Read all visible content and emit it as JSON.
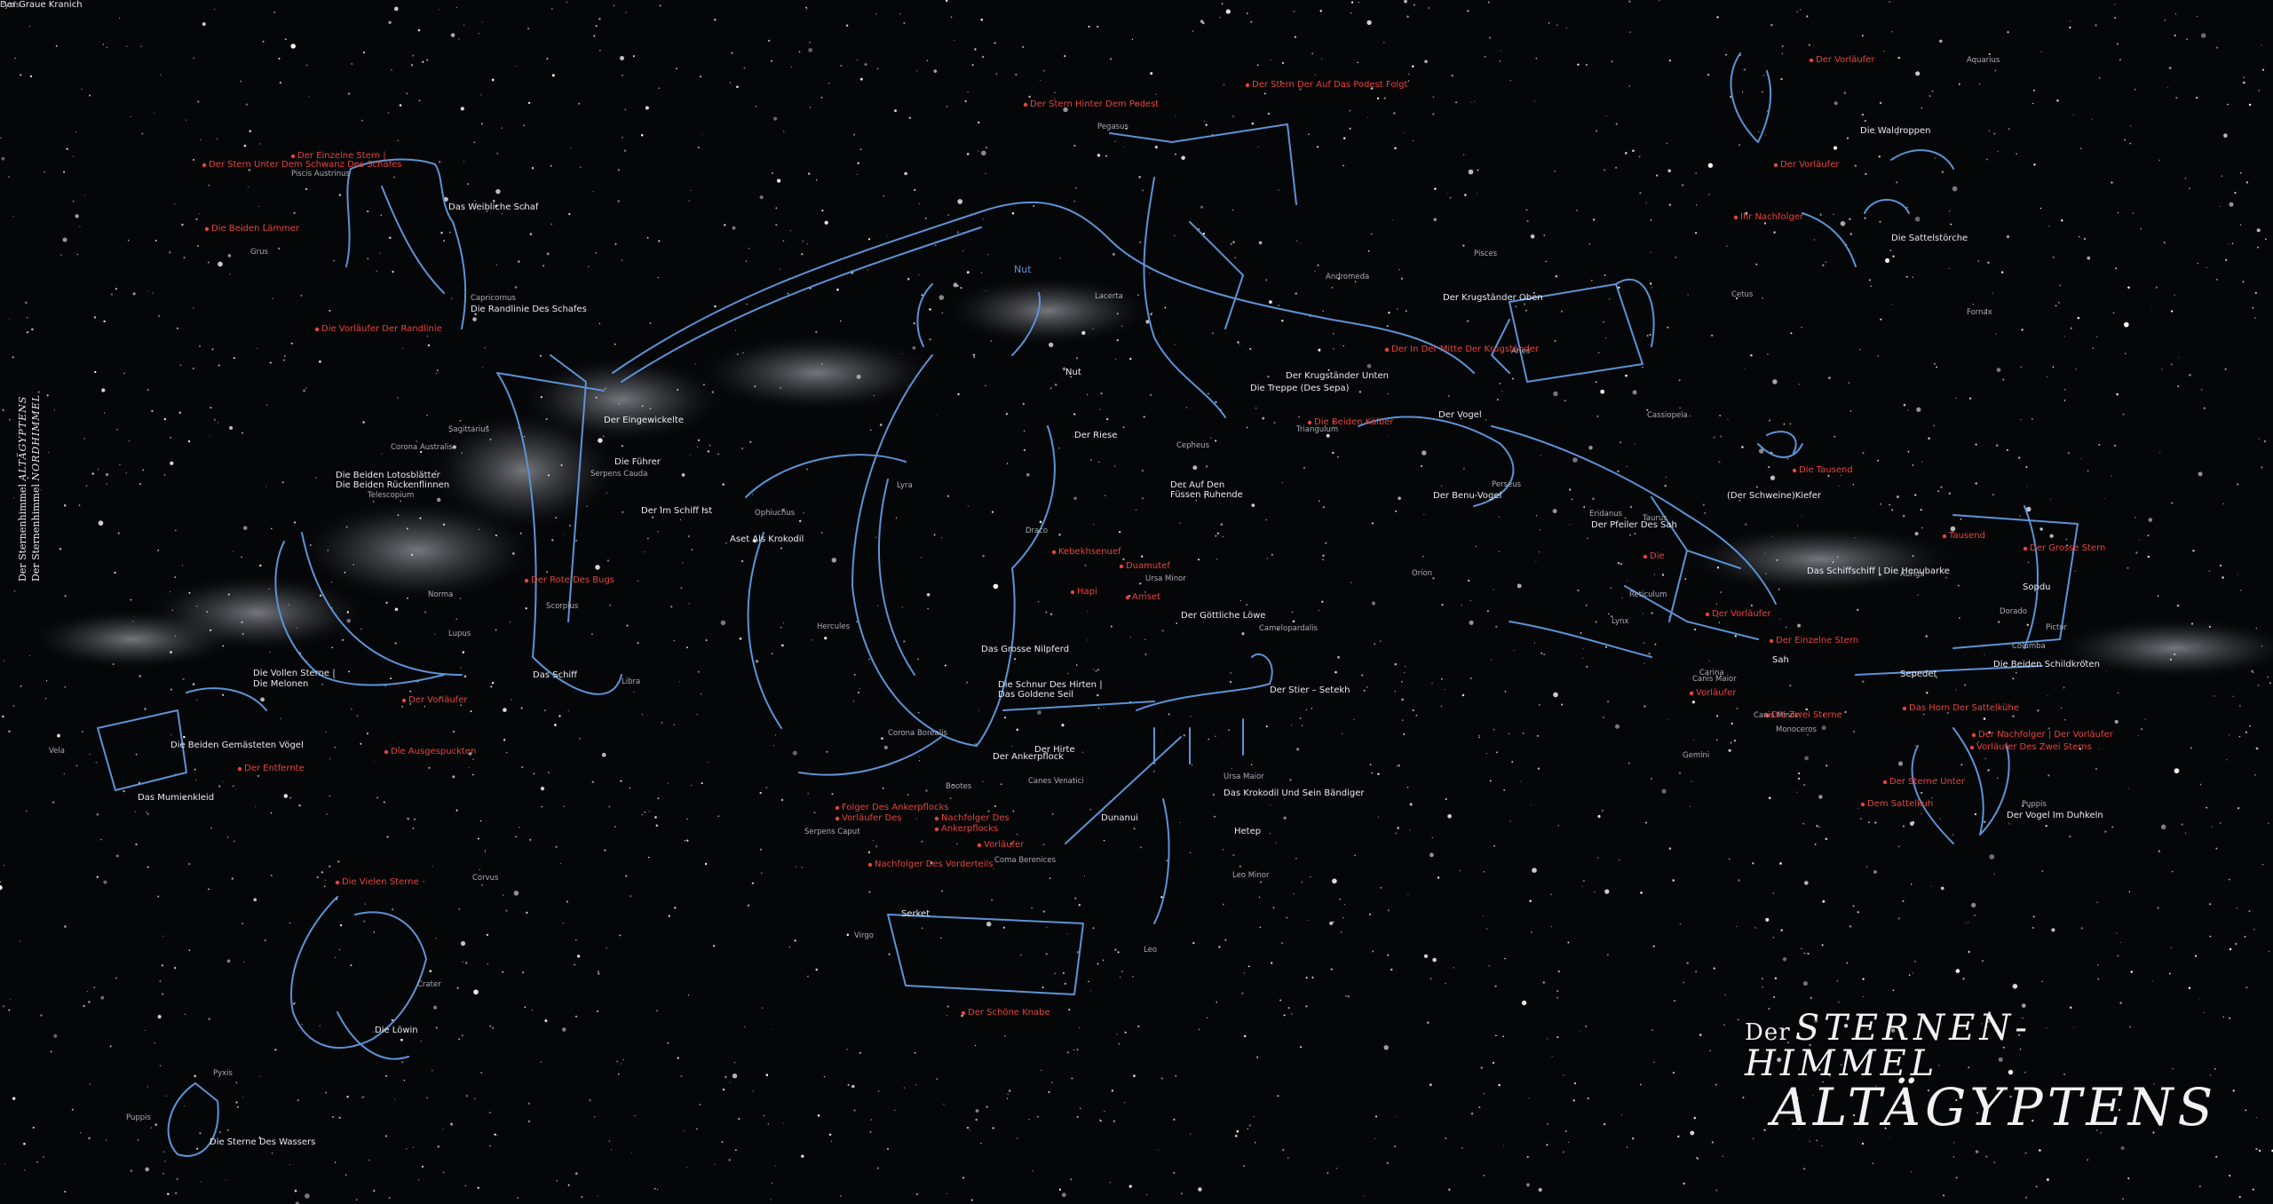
{
  "title": {
    "small": "Der",
    "line1": "STERNEN-",
    "line2": "HIMMEL",
    "line3": "ALTÄGYPTENS"
  },
  "side_title": {
    "line1_prefix": "Der Sternenhimmel",
    "line1_italic": "ALTÄGYPTENS",
    "line2_prefix": "Der Sternenhimmel",
    "line2_italic": "NORDHIMMEL"
  },
  "colors": {
    "background": "#050608",
    "figure_lines": "#5c93d6",
    "egyptian_red": "#e8433b",
    "label_white": "#e8ecf2",
    "western_grey": "#a8aeb6"
  },
  "labels": [
    {
      "text": "Der Einzelne Stern |",
      "color": "red"
    },
    {
      "text": "Der Stern Unter Dem Schwanz Des Schafes",
      "color": "red"
    },
    {
      "text": "Piscis Austrinus",
      "color": "grey"
    },
    {
      "text": "Das Weibliche Schaf",
      "color": "white"
    },
    {
      "text": "Die Beiden Lämmer",
      "color": "red"
    },
    {
      "text": "Grus",
      "color": "grey"
    },
    {
      "text": "Capricornus",
      "color": "grey"
    },
    {
      "text": "Die Randlinie Des Schafes",
      "color": "white"
    },
    {
      "text": "Die Vorläufer Der Randlinie",
      "color": "red"
    },
    {
      "text": "Der Eingewickelte",
      "color": "white"
    },
    {
      "text": "Corona Australis",
      "color": "grey"
    },
    {
      "text": "Sagittarius",
      "color": "grey"
    },
    {
      "text": "Die Beiden Lotosblätter",
      "color": "white"
    },
    {
      "text": "Die Beiden Rückenflinnen",
      "color": "white"
    },
    {
      "text": "Telescopium",
      "color": "grey"
    },
    {
      "text": "Die Führer",
      "color": "white"
    },
    {
      "text": "Serpens Cauda",
      "color": "grey"
    },
    {
      "text": "Der Im Schiff Ist",
      "color": "white"
    },
    {
      "text": "Ophiuchus",
      "color": "grey"
    },
    {
      "text": "Aset Als Krokodil",
      "color": "white"
    },
    {
      "text": "Der Rote Des Bugs",
      "color": "red"
    },
    {
      "text": "Norma",
      "color": "grey"
    },
    {
      "text": "Scorpius",
      "color": "grey"
    },
    {
      "text": "Lupus",
      "color": "grey"
    },
    {
      "text": "Das Schiff",
      "color": "white"
    },
    {
      "text": "Libra",
      "color": "grey"
    },
    {
      "text": "Die Vollen Sterne |",
      "color": "white"
    },
    {
      "text": "Die Melonen",
      "color": "white"
    },
    {
      "text": "Der Vorläufer",
      "color": "red"
    },
    {
      "text": "Vela",
      "color": "grey"
    },
    {
      "text": "Die Beiden Gemästeten Vögel",
      "color": "white"
    },
    {
      "text": "Die Ausgespuckten",
      "color": "red"
    },
    {
      "text": "Der Entfernte",
      "color": "red"
    },
    {
      "text": "Das Mumienkleid",
      "color": "white"
    },
    {
      "text": "Die Vielen Sterne",
      "color": "red"
    },
    {
      "text": "Corvus",
      "color": "grey"
    },
    {
      "text": "Crater",
      "color": "grey"
    },
    {
      "text": "Die Löwin",
      "color": "white"
    },
    {
      "text": "Pyxis",
      "color": "grey"
    },
    {
      "text": "Puppis",
      "color": "grey"
    },
    {
      "text": "Die Sterne Des Wassers",
      "color": "white"
    },
    {
      "text": "Der Stern Hinter Dem Podest",
      "color": "red"
    },
    {
      "text": "Pegasus",
      "color": "grey"
    },
    {
      "text": "Der Stern Der Auf Das Podest Folgt",
      "color": "red"
    },
    {
      "text": "Nut",
      "color": "blue"
    },
    {
      "text": "Nut",
      "color": "white"
    },
    {
      "text": "Lacerta",
      "color": "grey"
    },
    {
      "text": "Andromeda",
      "color": "grey"
    },
    {
      "text": "Der Riese",
      "color": "white"
    },
    {
      "text": "Cepheus",
      "color": "grey"
    },
    {
      "text": "Der Auf Den",
      "color": "white"
    },
    {
      "text": "Füssen Ruhende",
      "color": "white"
    },
    {
      "text": "Lyra",
      "color": "grey"
    },
    {
      "text": "Draco",
      "color": "grey"
    },
    {
      "text": "Kebekhsenuef",
      "color": "red"
    },
    {
      "text": "Duamutef",
      "color": "red"
    },
    {
      "text": "Ursa Minor",
      "color": "grey"
    },
    {
      "text": "Hapi",
      "color": "red"
    },
    {
      "text": "Amset",
      "color": "red"
    },
    {
      "text": "Der Göttliche Löwe",
      "color": "white"
    },
    {
      "text": "Camelopardalis",
      "color": "grey"
    },
    {
      "text": "Hercules",
      "color": "grey"
    },
    {
      "text": "Das Grosse Nilpferd",
      "color": "white"
    },
    {
      "text": "Die Schnur Des Hirten |",
      "color": "white"
    },
    {
      "text": "Das Goldene Seil",
      "color": "white"
    },
    {
      "text": "Der Stier – Setekh",
      "color": "white"
    },
    {
      "text": "Corona Borealis",
      "color": "grey"
    },
    {
      "text": "Der Ankerpflock",
      "color": "white"
    },
    {
      "text": "Der Hirte",
      "color": "white"
    },
    {
      "text": "Bootes",
      "color": "grey"
    },
    {
      "text": "Canes Venatici",
      "color": "grey"
    },
    {
      "text": "Ursa Maior",
      "color": "grey"
    },
    {
      "text": "Das Krokodil Und Sein Bändiger",
      "color": "white"
    },
    {
      "text": "Folger Des Ankerpflocks",
      "color": "red"
    },
    {
      "text": "Vorläufer Des",
      "color": "red"
    },
    {
      "text": "Nachfolger Des",
      "color": "red"
    },
    {
      "text": "Ankerpflocks",
      "color": "red"
    },
    {
      "text": "Vorläufer",
      "color": "red"
    },
    {
      "text": "Dunanui",
      "color": "white"
    },
    {
      "text": "Serpens Caput",
      "color": "grey"
    },
    {
      "text": "Hetep",
      "color": "white"
    },
    {
      "text": "Coma Berenices",
      "color": "grey"
    },
    {
      "text": "Leo Minor",
      "color": "grey"
    },
    {
      "text": "Nachfolger Des Vorderteils",
      "color": "red"
    },
    {
      "text": "Serket",
      "color": "white"
    },
    {
      "text": "Virgo",
      "color": "grey"
    },
    {
      "text": "Leo",
      "color": "grey"
    },
    {
      "text": "Der Schöne Knabe",
      "color": "red"
    },
    {
      "text": "Der Vorläufer",
      "color": "red"
    },
    {
      "text": "Aquarius",
      "color": "grey"
    },
    {
      "text": "Die Waldroppen",
      "color": "white"
    },
    {
      "text": "Der Vorläufer",
      "color": "red"
    },
    {
      "text": "Ihr Nachfolger",
      "color": "red"
    },
    {
      "text": "Die Sattelstörche",
      "color": "white"
    },
    {
      "text": "Pisces",
      "color": "grey"
    },
    {
      "text": "Der Krugständer Oben",
      "color": "white"
    },
    {
      "text": "Cetus",
      "color": "grey"
    },
    {
      "text": "Fornax",
      "color": "grey"
    },
    {
      "text": "Der In Der Mitte Der Krugständer",
      "color": "red"
    },
    {
      "text": "Aries",
      "color": "grey"
    },
    {
      "text": "Der Krugständer Unten",
      "color": "white"
    },
    {
      "text": "Die Treppe (Des Sepa)",
      "color": "white"
    },
    {
      "text": "Cassiopeia",
      "color": "grey"
    },
    {
      "text": "Die Beiden Kälber",
      "color": "red"
    },
    {
      "text": "Der Vogel",
      "color": "white"
    },
    {
      "text": "Triangulum",
      "color": "grey"
    },
    {
      "text": "Die Tausend",
      "color": "red"
    },
    {
      "text": "Der Benu-Vogel",
      "color": "white"
    },
    {
      "text": "Perseus",
      "color": "grey"
    },
    {
      "text": "(Der Schweine)Kiefer",
      "color": "white"
    },
    {
      "text": "Taurus",
      "color": "grey"
    },
    {
      "text": "Eridanus",
      "color": "grey"
    },
    {
      "text": "Der Pfeiler Des Sah",
      "color": "white"
    },
    {
      "text": "Die",
      "color": "red"
    },
    {
      "text": "Tausend",
      "color": "red"
    },
    {
      "text": "Orion",
      "color": "grey"
    },
    {
      "text": "Das Schiffschiff | Die Henubarke",
      "color": "white"
    },
    {
      "text": "Auriga",
      "color": "grey"
    },
    {
      "text": "Der Grosse Stern",
      "color": "red"
    },
    {
      "text": "Sopdu",
      "color": "white"
    },
    {
      "text": "Dorado",
      "color": "grey"
    },
    {
      "text": "Pictor",
      "color": "grey"
    },
    {
      "text": "Columba",
      "color": "grey"
    },
    {
      "text": "Reticulum",
      "color": "grey"
    },
    {
      "text": "Lynx",
      "color": "grey"
    },
    {
      "text": "Der Vorläufer",
      "color": "red"
    },
    {
      "text": "Der Einzelne Stern",
      "color": "red"
    },
    {
      "text": "Sah",
      "color": "white"
    },
    {
      "text": "Die Beiden Schildkröten",
      "color": "white"
    },
    {
      "text": "Canis Maior",
      "color": "grey"
    },
    {
      "text": "Carina",
      "color": "grey"
    },
    {
      "text": "Vorläufer",
      "color": "red"
    },
    {
      "text": "Sepedet",
      "color": "white"
    },
    {
      "text": "Canis Minor",
      "color": "grey"
    },
    {
      "text": "Das Horn Der Sattelkühe",
      "color": "red"
    },
    {
      "text": "Gemini",
      "color": "grey"
    },
    {
      "text": "Die Zwei Sterne",
      "color": "red"
    },
    {
      "text": "Monoceros",
      "color": "grey"
    },
    {
      "text": "Der Nachfolger | Der Vorläufer",
      "color": "red"
    },
    {
      "text": "Vorläufer Des Zwei Sterns",
      "color": "red"
    },
    {
      "text": "Der Sterne Unter",
      "color": "red"
    },
    {
      "text": "Dem Sattelkuh",
      "color": "red"
    },
    {
      "text": "Puppis",
      "color": "grey"
    },
    {
      "text": "Der Vogel Im Dunkeln",
      "color": "white"
    },
    {
      "text": "Der Graue Kranich",
      "color": "white"
    },
    {
      "text": "Pyxis",
      "color": "grey"
    }
  ]
}
